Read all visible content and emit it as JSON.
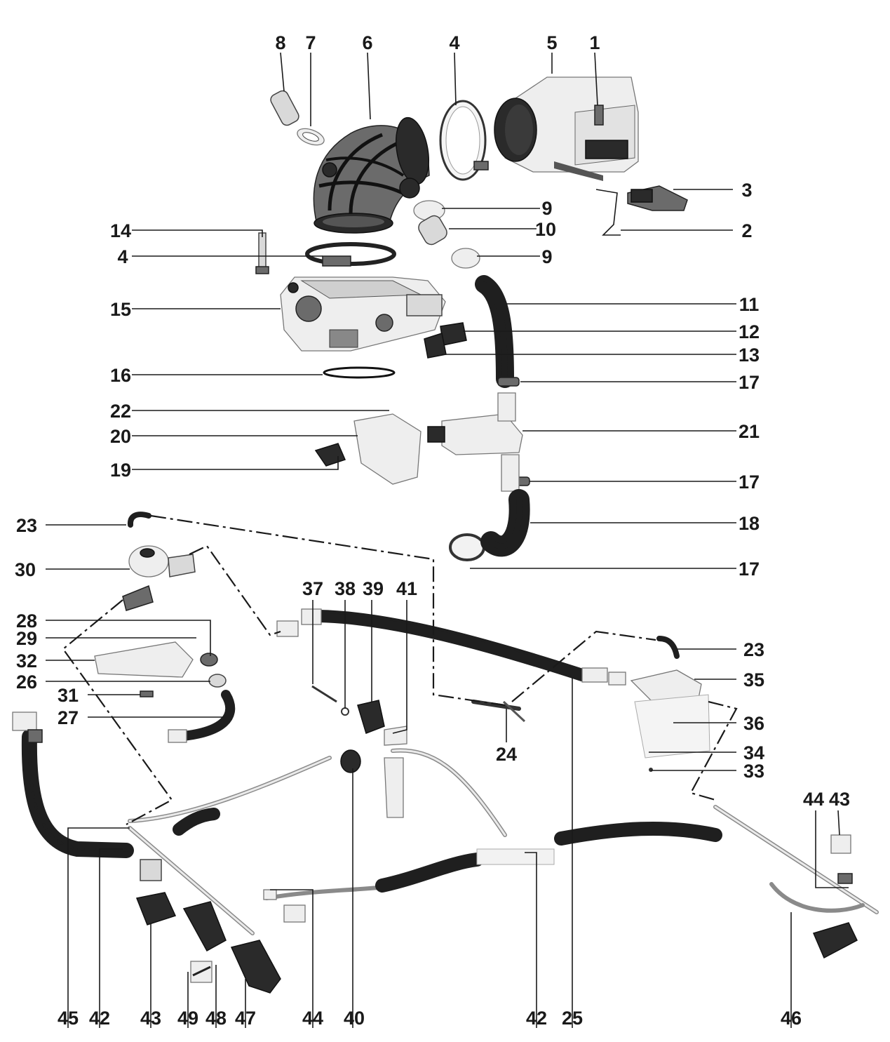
{
  "callouts": [
    {
      "id": "c8",
      "text": "8"
    },
    {
      "id": "c7",
      "text": "7"
    },
    {
      "id": "c6",
      "text": "6"
    },
    {
      "id": "c4a",
      "text": "4"
    },
    {
      "id": "c5",
      "text": "5"
    },
    {
      "id": "c1",
      "text": "1"
    },
    {
      "id": "c3",
      "text": "3"
    },
    {
      "id": "c9a",
      "text": "9"
    },
    {
      "id": "c10",
      "text": "10"
    },
    {
      "id": "c2",
      "text": "2"
    },
    {
      "id": "c14",
      "text": "14"
    },
    {
      "id": "c4b",
      "text": "4"
    },
    {
      "id": "c9b",
      "text": "9"
    },
    {
      "id": "c15",
      "text": "15"
    },
    {
      "id": "c11",
      "text": "11"
    },
    {
      "id": "c12",
      "text": "12"
    },
    {
      "id": "c13",
      "text": "13"
    },
    {
      "id": "c16",
      "text": "16"
    },
    {
      "id": "c17a",
      "text": "17"
    },
    {
      "id": "c22",
      "text": "22"
    },
    {
      "id": "c21",
      "text": "21"
    },
    {
      "id": "c20",
      "text": "20"
    },
    {
      "id": "c19",
      "text": "19"
    },
    {
      "id": "c17b",
      "text": "17"
    },
    {
      "id": "c23a",
      "text": "23"
    },
    {
      "id": "c18",
      "text": "18"
    },
    {
      "id": "c30",
      "text": "30"
    },
    {
      "id": "c17c",
      "text": "17"
    },
    {
      "id": "c37",
      "text": "37"
    },
    {
      "id": "c38",
      "text": "38"
    },
    {
      "id": "c39",
      "text": "39"
    },
    {
      "id": "c41",
      "text": "41"
    },
    {
      "id": "c28",
      "text": "28"
    },
    {
      "id": "c29",
      "text": "29"
    },
    {
      "id": "c23b",
      "text": "23"
    },
    {
      "id": "c32",
      "text": "32"
    },
    {
      "id": "c26",
      "text": "26"
    },
    {
      "id": "c35",
      "text": "35"
    },
    {
      "id": "c31",
      "text": "31"
    },
    {
      "id": "c27",
      "text": "27"
    },
    {
      "id": "c36",
      "text": "36"
    },
    {
      "id": "c24",
      "text": "24"
    },
    {
      "id": "c34",
      "text": "34"
    },
    {
      "id": "c33",
      "text": "33"
    },
    {
      "id": "c44a",
      "text": "44"
    },
    {
      "id": "c43a",
      "text": "43"
    },
    {
      "id": "c45",
      "text": "45"
    },
    {
      "id": "c42a",
      "text": "42"
    },
    {
      "id": "c43b",
      "text": "43"
    },
    {
      "id": "c49",
      "text": "49"
    },
    {
      "id": "c48",
      "text": "48"
    },
    {
      "id": "c47",
      "text": "47"
    },
    {
      "id": "c44b",
      "text": "44"
    },
    {
      "id": "c40",
      "text": "40"
    },
    {
      "id": "c42b",
      "text": "42"
    },
    {
      "id": "c25",
      "text": "25"
    },
    {
      "id": "c46",
      "text": "46"
    }
  ]
}
